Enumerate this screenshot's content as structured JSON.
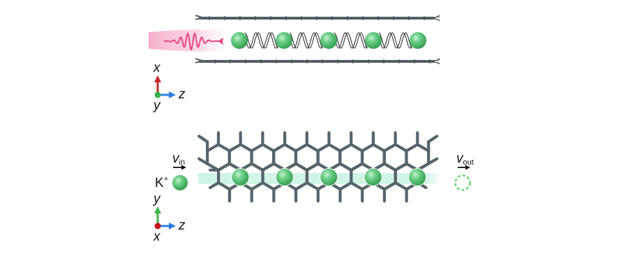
{
  "colors": {
    "ion": "#5cc77a",
    "ion_dark": "#2f9a4e",
    "ion_exit_dashed": "#54d65a",
    "lattice": "#56646b",
    "tube": "#5a6369",
    "helix": "#333333",
    "pulse": "#e8457e",
    "beam": "#f7b6d2",
    "channel": "#bff0dc",
    "axis_x_red": "#c0282a",
    "axis_y_green": "#3fb44a",
    "axis_z_blue": "#2b7ee0",
    "origin_dot_green": "#35b04a",
    "origin_dot_red": "#c4161c"
  },
  "top_panel": {
    "description_icons": [
      "light-pulse-icon",
      "nanotube-icon",
      "ion-chain-icon"
    ],
    "ion_count": 5,
    "axes": {
      "up": "x",
      "right": "z",
      "out": "y"
    }
  },
  "bottom_panel": {
    "ion_label": "K",
    "ion_charge": "+",
    "v_in_symbol": "v",
    "v_in_subscript": "in",
    "v_out_symbol": "v",
    "v_out_subscript": "out",
    "ion_count": 5,
    "axes": {
      "up": "y",
      "right": "z",
      "out": "x"
    }
  }
}
